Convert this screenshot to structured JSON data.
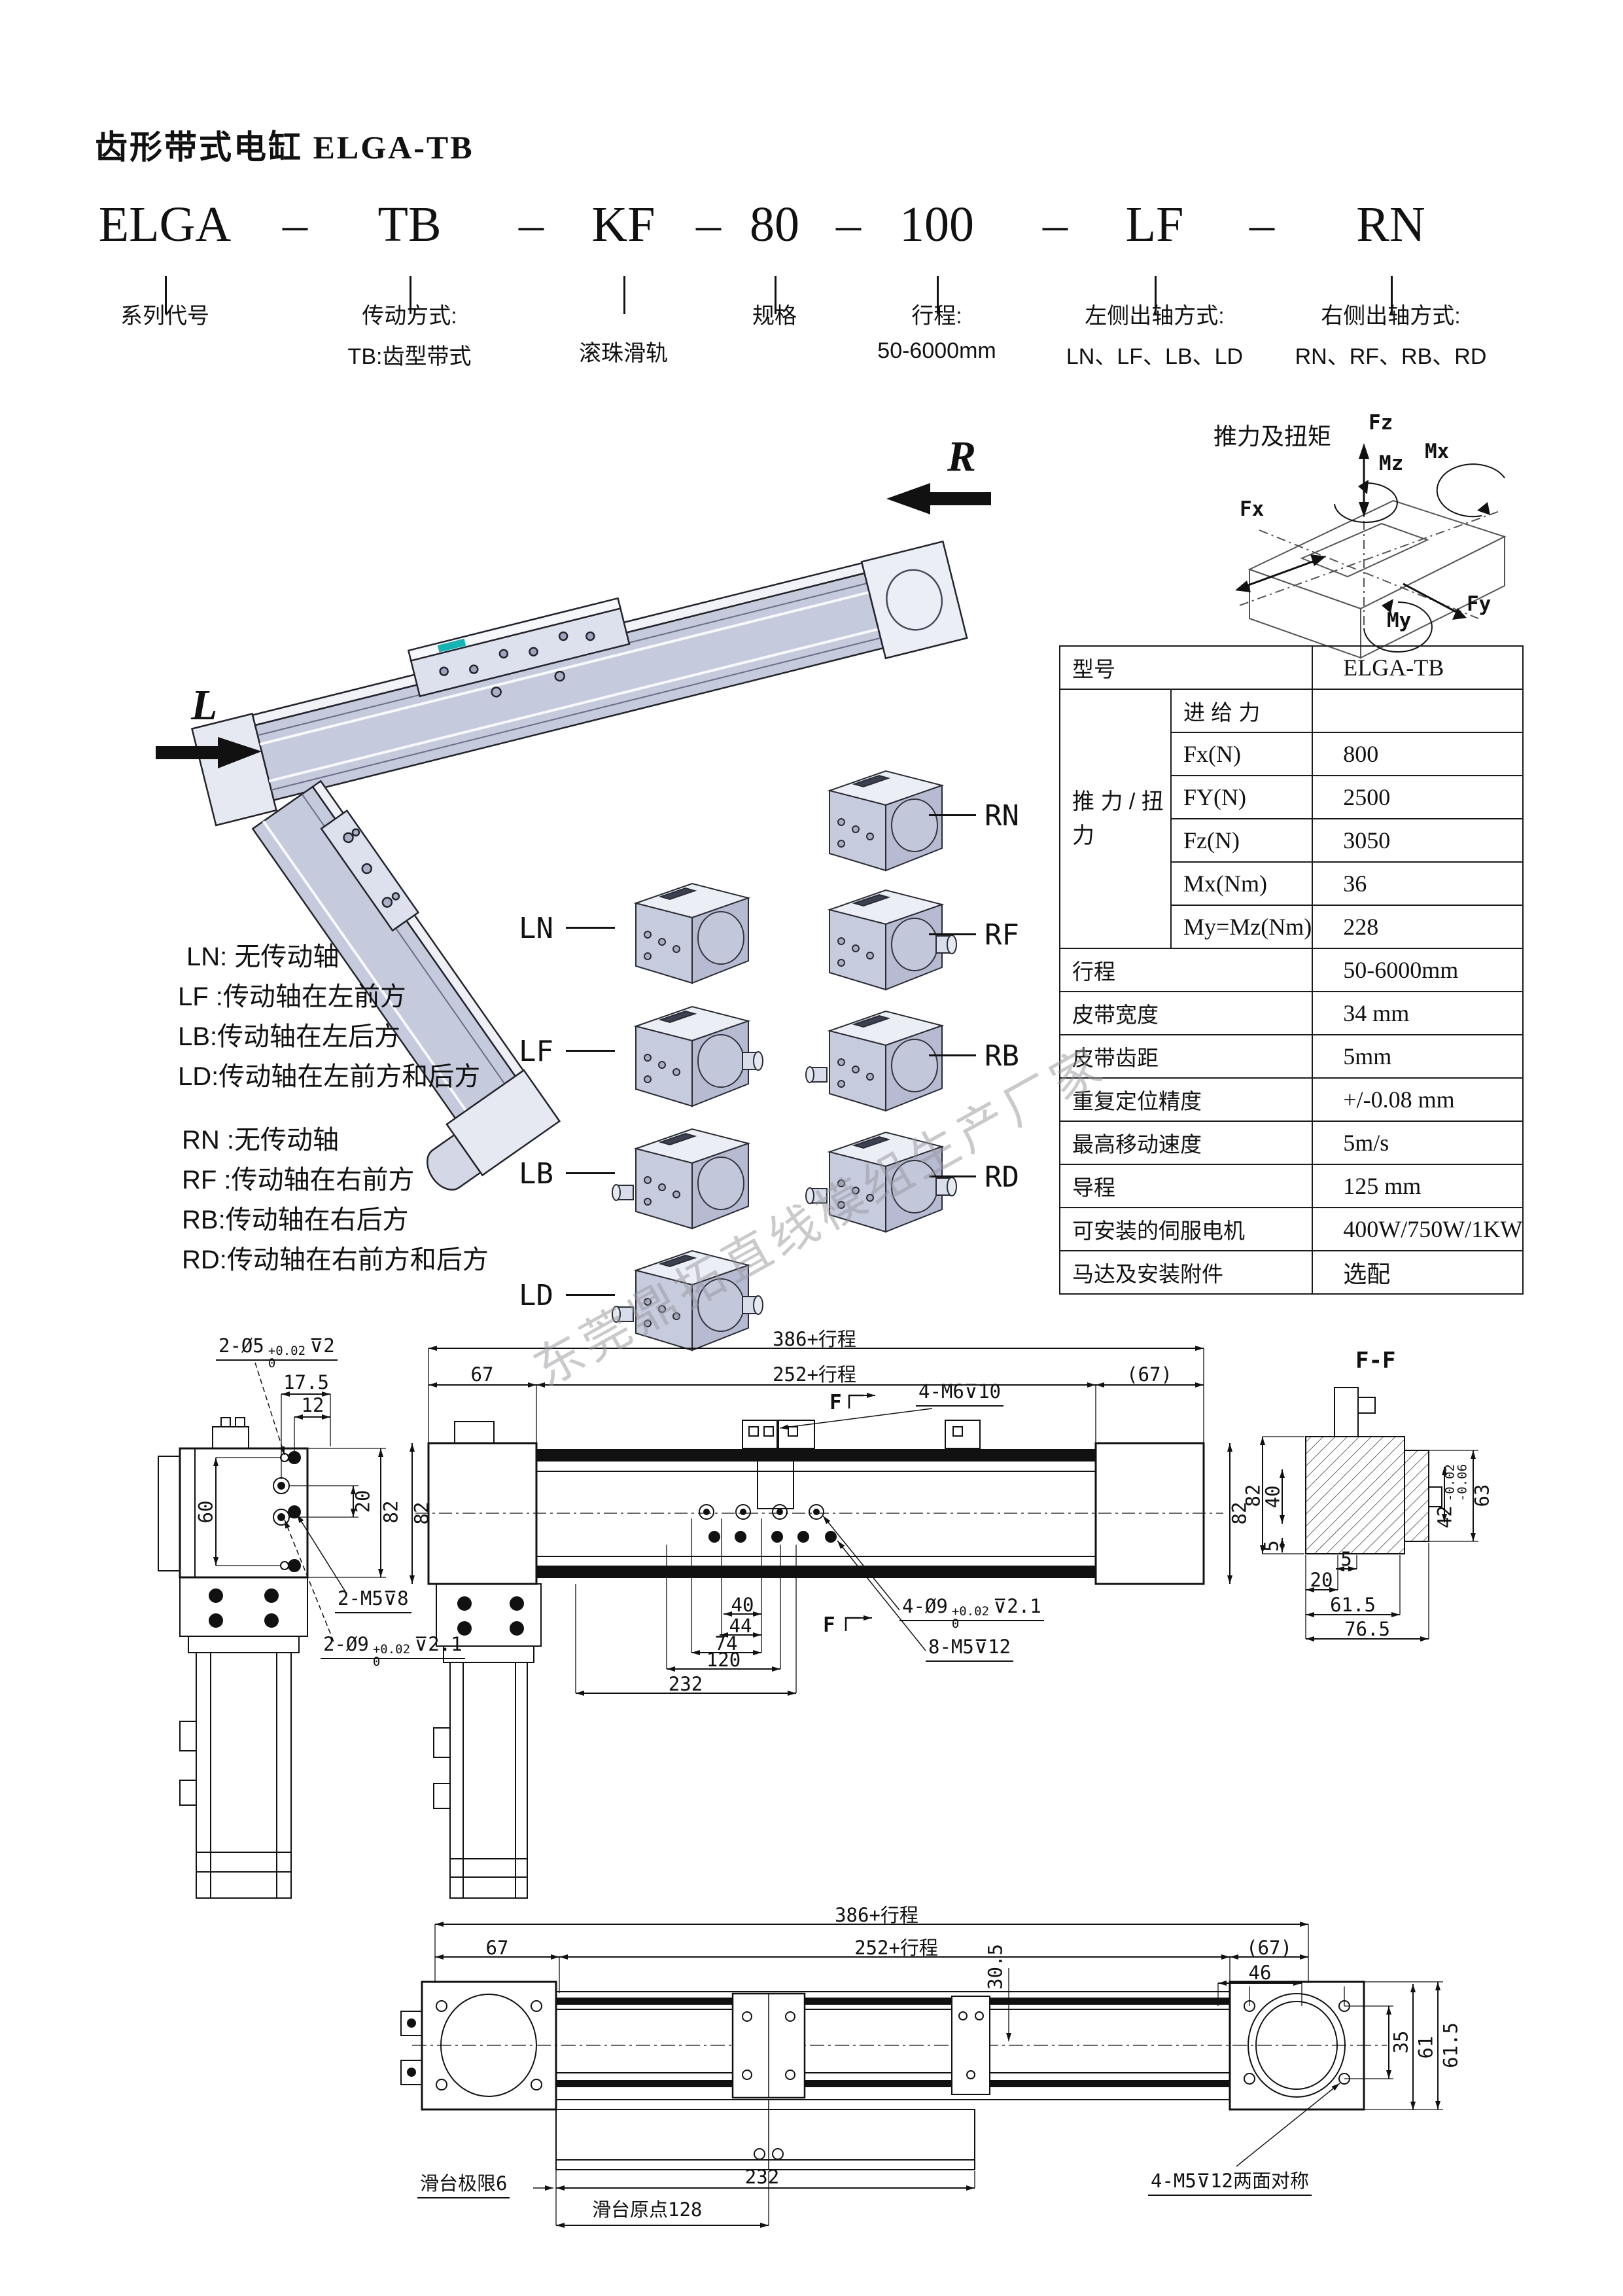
{
  "page": {
    "title": "齿形带式电缸 ELGA-TB"
  },
  "model_code": {
    "segments": [
      "ELGA",
      "TB",
      "KF",
      "80",
      "100",
      "LF",
      "RN"
    ],
    "dash": "–",
    "labels": {
      "series": "系列代号",
      "drive1": "传动方式:",
      "drive2": "TB:齿型带式",
      "rail": "滚珠滑轨",
      "spec": "规格",
      "stroke1": "行程:",
      "stroke2": "50-6000mm",
      "left1": "左侧出轴方式:",
      "left2": "LN、LF、LB、LD",
      "right1": "右侧出轴方式:",
      "right2": "RN、RF、RB、RD"
    }
  },
  "iso": {
    "r": "R",
    "l": "L"
  },
  "thrust": {
    "title": "推力及扭矩",
    "fz": "Fz",
    "mz": "Mz",
    "mx": "Mx",
    "fx": "Fx",
    "fy": "Fy",
    "my": "My"
  },
  "spec_table": {
    "model_label": "型号",
    "model_value": "ELGA-TB",
    "group_line1": "推 力 / 扭",
    "group_line2": "力",
    "feed_label": "进  给  力",
    "feed_value": "",
    "rows": [
      [
        "Fx(N)",
        "800"
      ],
      [
        "FY(N)",
        "2500"
      ],
      [
        "Fz(N)",
        "3050"
      ],
      [
        "Mx(Nm)",
        "36"
      ],
      [
        "My=Mz(Nm)",
        "228"
      ]
    ],
    "simple_rows": [
      [
        "行程",
        "50-6000mm"
      ],
      [
        "皮带宽度",
        "34 mm"
      ],
      [
        "皮带齿距",
        "5mm"
      ],
      [
        "重复定位精度",
        "+/-0.08 mm"
      ],
      [
        "最高移动速度",
        "5m/s"
      ],
      [
        "导程",
        "125 mm"
      ],
      [
        "可安装的伺服电机",
        "400W/750W/1KW"
      ],
      [
        "马达及安装附件",
        "选配"
      ]
    ]
  },
  "options": {
    "left_desc": [
      "LN: 无传动轴",
      "LF :传动轴在左前方",
      "LB:传动轴在左后方",
      "LD:传动轴在左前方和后方"
    ],
    "right_desc": [
      "RN :无传动轴",
      "RF :传动轴在右前方",
      "RB:传动轴在右后方",
      "RD:传动轴在右前方和后方"
    ],
    "tags": {
      "ln": "LN",
      "lf": "LF",
      "lb": "LB",
      "ld": "LD",
      "rn": "RN",
      "rf": "RF",
      "rb": "RB",
      "rd": "RD"
    }
  },
  "watermark": "东莞鼎拓直线模组生产厂家",
  "top_drawing": {
    "hole5": {
      "pre": "2-Ø5",
      "tt": "+0.02",
      "tb": "0",
      "post": "⊽2"
    },
    "d175": "17.5",
    "d12": "12",
    "d60": "60",
    "d20": "20",
    "d82s": "82",
    "m5_8": "2-M5⊽8",
    "hole9": {
      "pre": "2-Ø9",
      "tt": "+0.02",
      "tb": "0",
      "post": "⊽2.1"
    },
    "total": "386+行程",
    "d67": "67",
    "travel": "252+行程",
    "d67b": "(67)",
    "m6": "4-M6⊽10",
    "f": "F",
    "d82l": "82",
    "d82r": "82",
    "c40": "40",
    "c44": "44",
    "c74": "74",
    "c120": "120",
    "c232": "232",
    "hole9b": {
      "pre": "4-Ø9",
      "tt": "+0.02",
      "tb": "0",
      "post": "⊽2.1"
    },
    "m5_12": "8-M5⊽12",
    "ff": {
      "title": "F-F",
      "d82": "82",
      "d40": "40",
      "d5l": "5",
      "d42pre": "42",
      "d42tt": "-0.02",
      "d42tb": "-0.06",
      "d63": "63",
      "d5b": "5",
      "d20": "20",
      "d615": "61.5",
      "d765": "76.5"
    }
  },
  "bottom_drawing": {
    "total": "386+行程",
    "d67": "67",
    "travel": "252+行程",
    "d67b": "(67)",
    "d46": "46",
    "d305": "30.5",
    "d35": "35",
    "d61": "61",
    "d615": "61.5",
    "limit": "滑台极限6",
    "d232": "232",
    "origin": "滑台原点128",
    "sym": "4-M5⊽12两面对称"
  }
}
